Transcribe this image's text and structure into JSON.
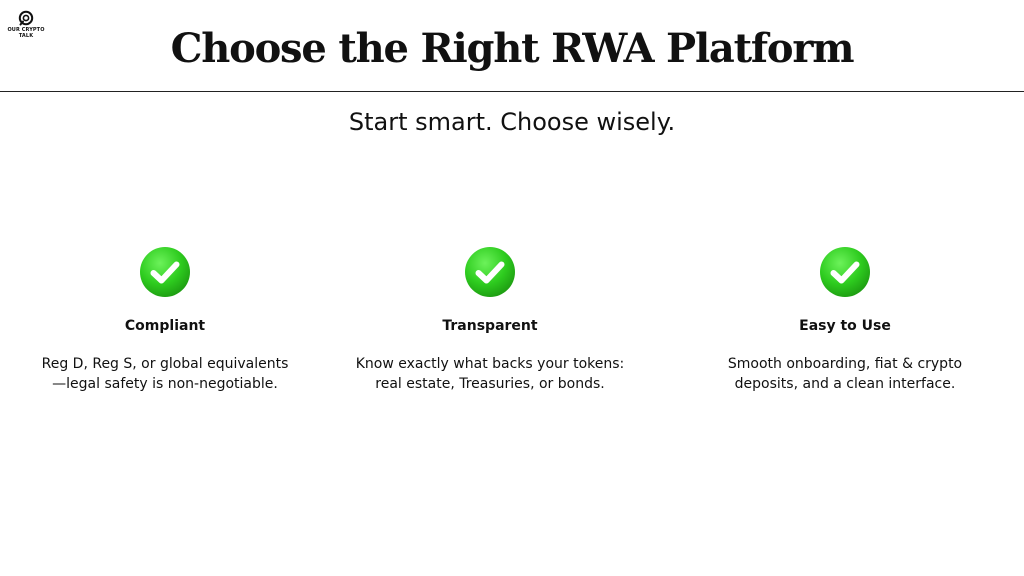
{
  "brand": {
    "name_line1": "OUR CRYPTO",
    "name_line2": "TALK",
    "logo_icon": "logo-mark-icon"
  },
  "header": {
    "title": "Choose the Right RWA Platform"
  },
  "subtitle": "Start smart. Choose wisely.",
  "colors": {
    "check_green": "#2ecc1f",
    "check_green_dark": "#1e9e12",
    "text": "#111111",
    "background": "#ffffff"
  },
  "cards": [
    {
      "icon": "checkmark-icon",
      "heading": "Compliant",
      "lines": [
        "Reg D, Reg S, or global equivalents",
        "—legal safety is non-negotiable."
      ]
    },
    {
      "icon": "checkmark-icon",
      "heading": "Transparent",
      "lines": [
        "Know exactly what backs your tokens:",
        "real estate, Treasuries, or bonds."
      ]
    },
    {
      "icon": "checkmark-icon",
      "heading": "Easy to Use",
      "lines": [
        "Smooth onboarding, fiat & crypto",
        "deposits, and a clean interface."
      ]
    }
  ]
}
